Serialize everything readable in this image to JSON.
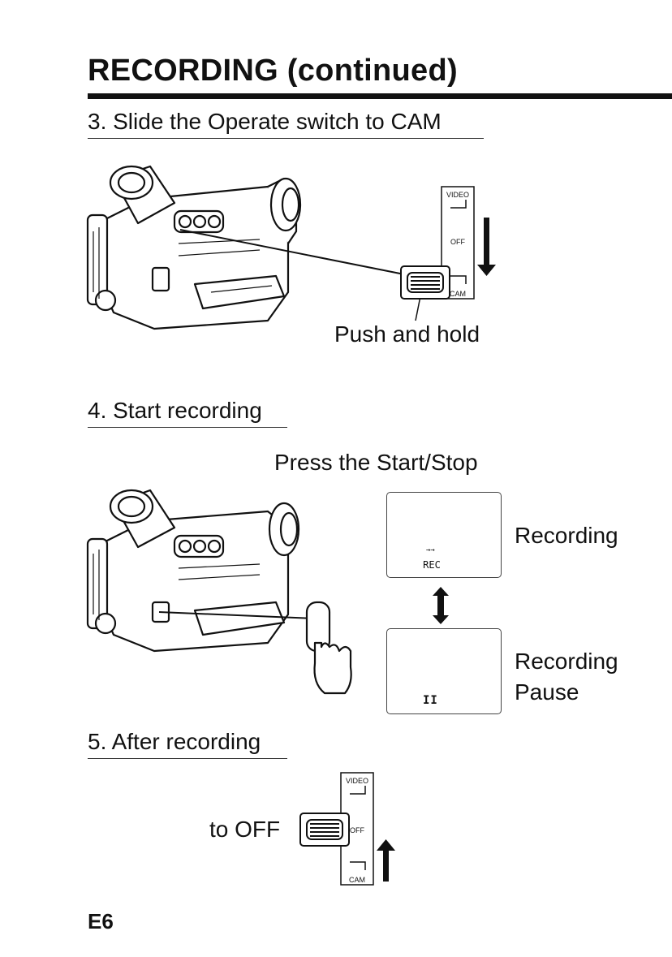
{
  "header": {
    "title": "RECORDING (continued)"
  },
  "steps": {
    "step3": "3. Slide the Operate switch to CAM",
    "step4": "4. Start recording",
    "step5": "5. After recording"
  },
  "captions": {
    "push_hold": "Push and hold",
    "press": "Press the Start/Stop",
    "recording": "Recording",
    "recording_pause_line1": "Recording",
    "recording_pause_line2": "Pause",
    "to_off": "to OFF"
  },
  "switch_labels": {
    "video": "VIDEO",
    "off": "OFF",
    "cam": "CAM"
  },
  "lcd": {
    "rec": "REC",
    "rec_arrows": "→→",
    "pause": "II"
  },
  "footer": {
    "page_number": "E6"
  }
}
